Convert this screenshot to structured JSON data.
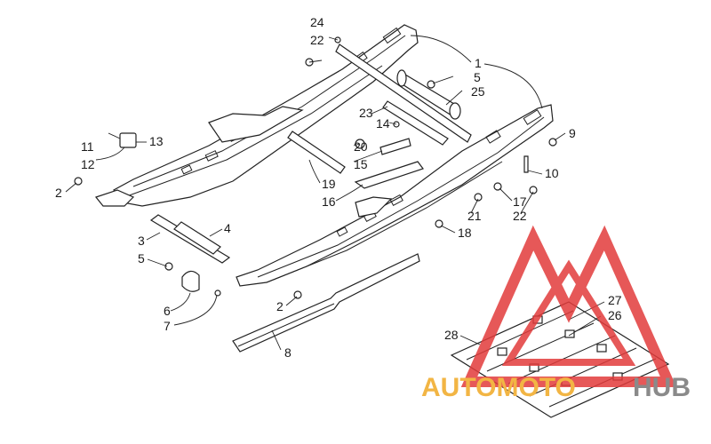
{
  "callouts": [
    {
      "id": "24",
      "text": "24"
    },
    {
      "id": "22a",
      "text": "22"
    },
    {
      "id": "1",
      "text": "1"
    },
    {
      "id": "5a",
      "text": "5"
    },
    {
      "id": "25",
      "text": "25"
    },
    {
      "id": "23",
      "text": "23"
    },
    {
      "id": "14",
      "text": "14"
    },
    {
      "id": "9",
      "text": "9"
    },
    {
      "id": "11",
      "text": "11"
    },
    {
      "id": "13",
      "text": "13"
    },
    {
      "id": "12",
      "text": "12"
    },
    {
      "id": "20",
      "text": "20"
    },
    {
      "id": "15",
      "text": "15"
    },
    {
      "id": "10",
      "text": "10"
    },
    {
      "id": "2a",
      "text": "2"
    },
    {
      "id": "19",
      "text": "19"
    },
    {
      "id": "16",
      "text": "16"
    },
    {
      "id": "17",
      "text": "17"
    },
    {
      "id": "21",
      "text": "21"
    },
    {
      "id": "22b",
      "text": "22"
    },
    {
      "id": "4",
      "text": "4"
    },
    {
      "id": "18",
      "text": "18"
    },
    {
      "id": "3",
      "text": "3"
    },
    {
      "id": "5b",
      "text": "5"
    },
    {
      "id": "6",
      "text": "6"
    },
    {
      "id": "7",
      "text": "7"
    },
    {
      "id": "2b",
      "text": "2"
    },
    {
      "id": "27",
      "text": "27"
    },
    {
      "id": "26",
      "text": "26"
    },
    {
      "id": "28",
      "text": "28"
    },
    {
      "id": "8",
      "text": "8"
    }
  ],
  "watermark": {
    "part1": "AUTOMOTO",
    "part2": "HUB",
    "color_primary": "#f2b544",
    "color_secondary": "#8a8a8a",
    "logo_color": "#e23b3b",
    "logo_icon": "triangle-m-logo-icon"
  }
}
